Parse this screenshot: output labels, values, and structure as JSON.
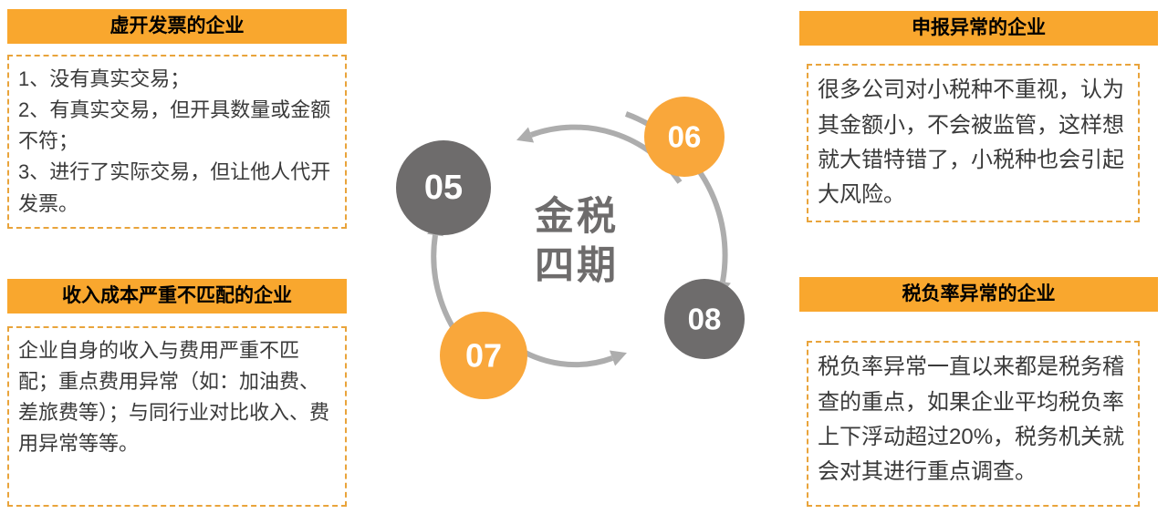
{
  "center": {
    "title_line1": "金税",
    "title_line2": "四期",
    "nodes": [
      {
        "label": "05",
        "color": "#6E6C6C"
      },
      {
        "label": "06",
        "color": "#F9A73B"
      },
      {
        "label": "07",
        "color": "#F9A73B"
      },
      {
        "label": "08",
        "color": "#6E6C6C"
      }
    ]
  },
  "panels": {
    "top_left": {
      "title": "虚开发票的企业",
      "body": "1、没有真实交易；\n2、有真实交易，但开具数量或金额不符；\n3、进行了实际交易，但让他人代开发票。"
    },
    "top_right": {
      "title": "申报异常的企业",
      "body": "很多公司对小税种不重视，认为其金额小，不会被监管，这样想就大错特错了，小税种也会引起大风险。"
    },
    "bottom_left": {
      "title": "收入成本严重不匹配的企业",
      "body": "企业自身的收入与费用严重不匹配；重点费用异常（如：加油费、差旅费等）；与同行业对比收入、费用异常等等。"
    },
    "bottom_right": {
      "title": "税负率异常的企业",
      "body": "税负率异常一直以来都是税务稽查的重点，如果企业平均税负率上下浮动超过20%，税务机关就会对其进行重点调查。"
    }
  },
  "colors": {
    "header_bg": "#F9A72E",
    "header_text": "#000000",
    "body_text": "#3A3A3A",
    "dashed_border": "#E9A43B",
    "arc": "#ADADAD",
    "center_text": "#6E6C6C",
    "node_text": "#FFFFFF",
    "orange_node": "#F9A73B",
    "gray_node": "#6E6C6C"
  }
}
